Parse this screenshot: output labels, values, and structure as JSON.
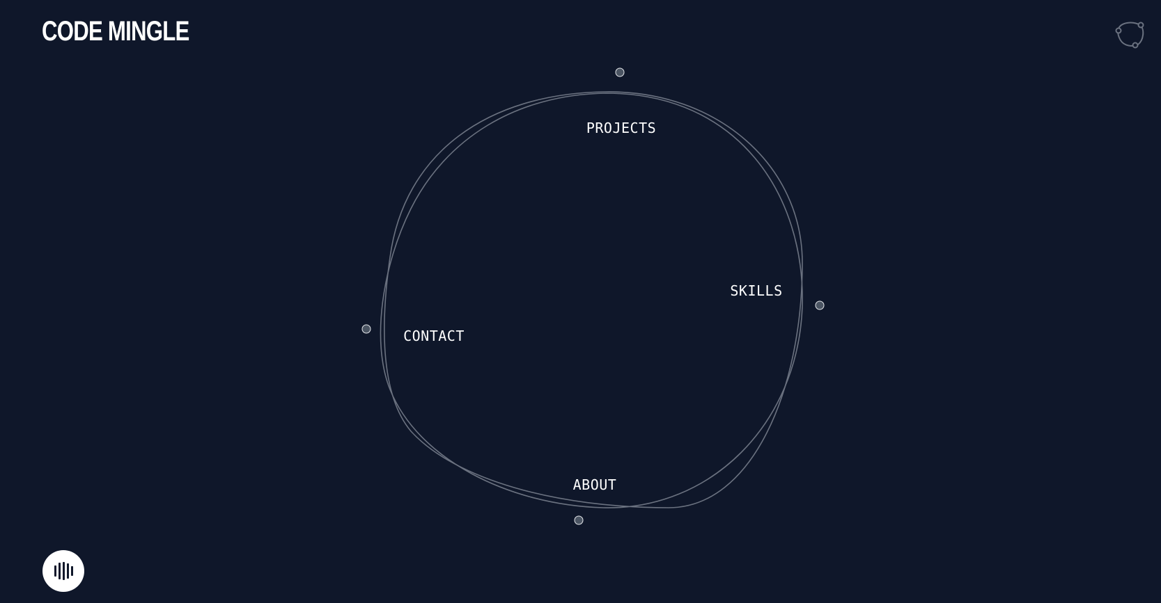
{
  "brand": {
    "logo_text": "CODE MINGLE"
  },
  "header": {
    "network_icon": "network-graph-icon"
  },
  "nav": {
    "items": [
      {
        "id": "projects",
        "label": "PROJECTS"
      },
      {
        "id": "skills",
        "label": "SKILLS"
      },
      {
        "id": "contact",
        "label": "CONTACT"
      },
      {
        "id": "about",
        "label": "ABOUT"
      }
    ]
  },
  "audio": {
    "icon": "sound-bars-icon"
  },
  "colors": {
    "background": "#0f172a",
    "text": "#ffffff",
    "ring_stroke": "#6b7280",
    "dot_fill": "#4b5563",
    "dot_border": "#e5e7eb"
  }
}
